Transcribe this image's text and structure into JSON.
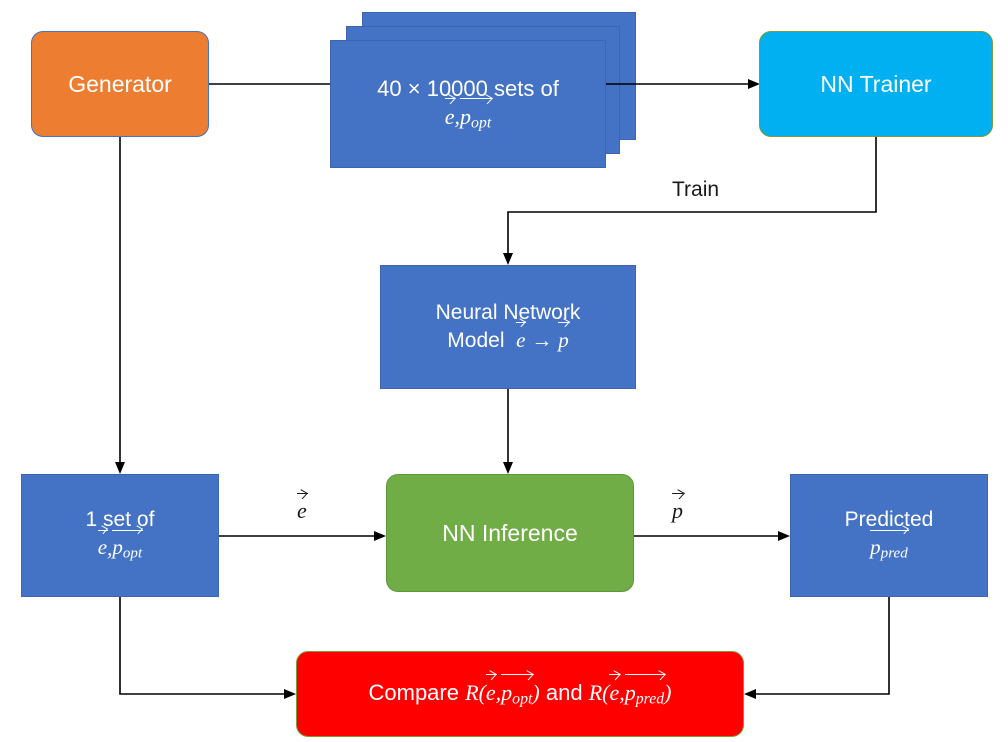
{
  "diagram": {
    "title": "Neural network training and inference workflow",
    "colors": {
      "blue": "#4472C4",
      "orange": "#ED7D31",
      "cyan": "#00B0F0",
      "green": "#70AD47",
      "red": "#FF0000",
      "arrow": "#000000",
      "node_text": "#FFFFFF",
      "label_text": "#1A1A1A"
    },
    "nodes": {
      "generator": {
        "label": "Generator"
      },
      "dataset_stack": {
        "line1": "40 × 10000 sets of",
        "vec_e": "e",
        "comma": ",",
        "vec_p": "p",
        "p_subscript": "opt",
        "sheets": 3
      },
      "nn_trainer": {
        "label": "NN Trainer"
      },
      "nn_model": {
        "line1": "Neural Network",
        "line2_prefix": "Model",
        "vec_in": "e",
        "maps_to": "→",
        "vec_out": "p"
      },
      "one_set": {
        "line1": "1 set of",
        "vec_e": "e",
        "comma": ",",
        "vec_p": "p",
        "p_subscript": "opt"
      },
      "nn_inference": {
        "label": "NN Inference"
      },
      "predicted": {
        "line1": "Predicted",
        "vec_p": "p",
        "p_subscript": "pred"
      },
      "compare": {
        "prefix": "Compare",
        "r1": "R",
        "open": "(",
        "vec_e": "e",
        "comma": ",",
        "vec_p_opt": "p",
        "opt_subscript": "opt",
        "close": ")",
        "conjunction": "and",
        "r2": "R",
        "vec_p_pred": "p",
        "pred_subscript": "pred"
      }
    },
    "edge_labels": {
      "train": "Train",
      "e_vector": "e",
      "p_vector": "p"
    }
  }
}
